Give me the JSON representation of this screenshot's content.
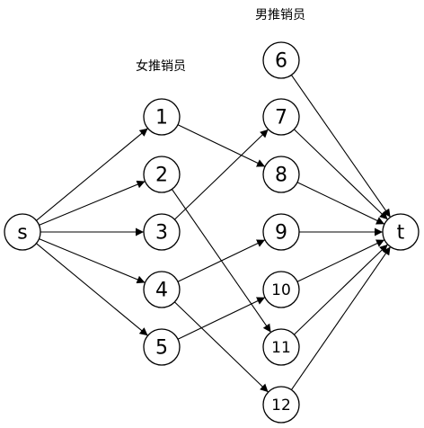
{
  "labels": {
    "female_group": "女推销员",
    "male_group": "男推销员"
  },
  "nodes": [
    {
      "id": "s",
      "label": "s"
    },
    {
      "id": "1",
      "label": "1"
    },
    {
      "id": "2",
      "label": "2"
    },
    {
      "id": "3",
      "label": "3"
    },
    {
      "id": "4",
      "label": "4"
    },
    {
      "id": "5",
      "label": "5"
    },
    {
      "id": "6",
      "label": "6"
    },
    {
      "id": "7",
      "label": "7"
    },
    {
      "id": "8",
      "label": "8"
    },
    {
      "id": "9",
      "label": "9"
    },
    {
      "id": "10",
      "label": "10"
    },
    {
      "id": "11",
      "label": "11"
    },
    {
      "id": "12",
      "label": "12"
    },
    {
      "id": "t",
      "label": "t"
    }
  ],
  "edges": [
    {
      "from": "s",
      "to": "1"
    },
    {
      "from": "s",
      "to": "2"
    },
    {
      "from": "s",
      "to": "3"
    },
    {
      "from": "s",
      "to": "4"
    },
    {
      "from": "s",
      "to": "5"
    },
    {
      "from": "1",
      "to": "8"
    },
    {
      "from": "2",
      "to": "11"
    },
    {
      "from": "3",
      "to": "7"
    },
    {
      "from": "4",
      "to": "9"
    },
    {
      "from": "4",
      "to": "12"
    },
    {
      "from": "5",
      "to": "10"
    },
    {
      "from": "6",
      "to": "t"
    },
    {
      "from": "7",
      "to": "t"
    },
    {
      "from": "8",
      "to": "t"
    },
    {
      "from": "9",
      "to": "t"
    },
    {
      "from": "10",
      "to": "t"
    },
    {
      "from": "11",
      "to": "t"
    },
    {
      "from": "12",
      "to": "t"
    }
  ]
}
